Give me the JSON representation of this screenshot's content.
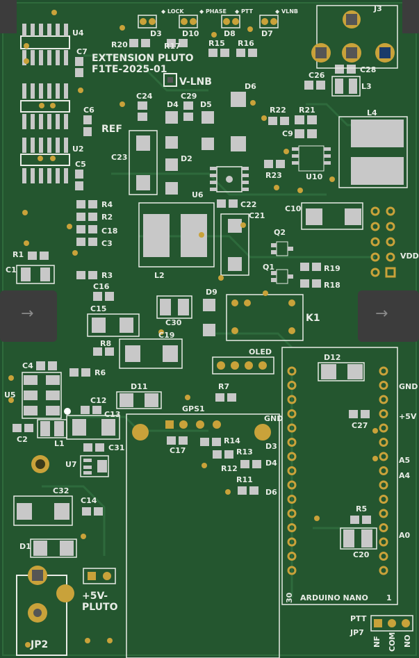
{
  "board": {
    "title_line1": "EXTENSION PLUTO",
    "title_line2": "F1TE-2025-01",
    "vlnb_label": "V-LNB",
    "ref_label": "REF",
    "plus5v_line1": "+5V-",
    "plus5v_line2": "PLUTO",
    "oled_label": "OLED",
    "gps_label": "GPS1",
    "arduino_label": "ARDUINO NANO",
    "arduino_pin30": "30",
    "arduino_pin1": "1",
    "vdd_label": "VDD",
    "gnd_label": "GND",
    "ptt_label": "PTT",
    "jp7_label": "JP7",
    "nf_label": "NF",
    "com_label": "COM",
    "no_label": "NO",
    "jp2_label": "JP2",
    "j3_label": "J3",
    "k1_label": "K1",
    "leds": [
      "LOCK",
      "PHASE",
      "PTT",
      "VLNB"
    ],
    "arduino_pins": [
      "GND",
      "+5V",
      "A5",
      "A4",
      "A0"
    ],
    "gps_pins": [
      "GND",
      "D3",
      "D4",
      "D6"
    ],
    "components": [
      "U4",
      "U2",
      "U5",
      "U6",
      "U7",
      "U10",
      "L1",
      "L2",
      "L3",
      "L4",
      "K1",
      "D1",
      "D2",
      "D3",
      "D4",
      "D5",
      "D6",
      "D7",
      "D8",
      "D9",
      "D10",
      "D11",
      "D12",
      "R1",
      "R2",
      "R3",
      "R4",
      "R5",
      "R6",
      "R7",
      "R8",
      "R11",
      "R12",
      "R13",
      "R14",
      "R15",
      "R16",
      "R17",
      "R18",
      "R19",
      "R20",
      "R21",
      "R22",
      "R23",
      "C1",
      "C2",
      "C3",
      "C4",
      "C5",
      "C6",
      "C7",
      "C9",
      "C10",
      "C12",
      "C13",
      "C14",
      "C15",
      "C16",
      "C17",
      "C18",
      "C19",
      "C20",
      "C21",
      "C22",
      "C23",
      "C24",
      "C26",
      "C27",
      "C28",
      "C29",
      "C30",
      "C31",
      "C32",
      "Q1",
      "Q2"
    ],
    "colors": {
      "pcb": "#21502e",
      "pad": "#c8c8c8",
      "silk": "#e8ece6",
      "gold": "#c9a23a"
    }
  }
}
